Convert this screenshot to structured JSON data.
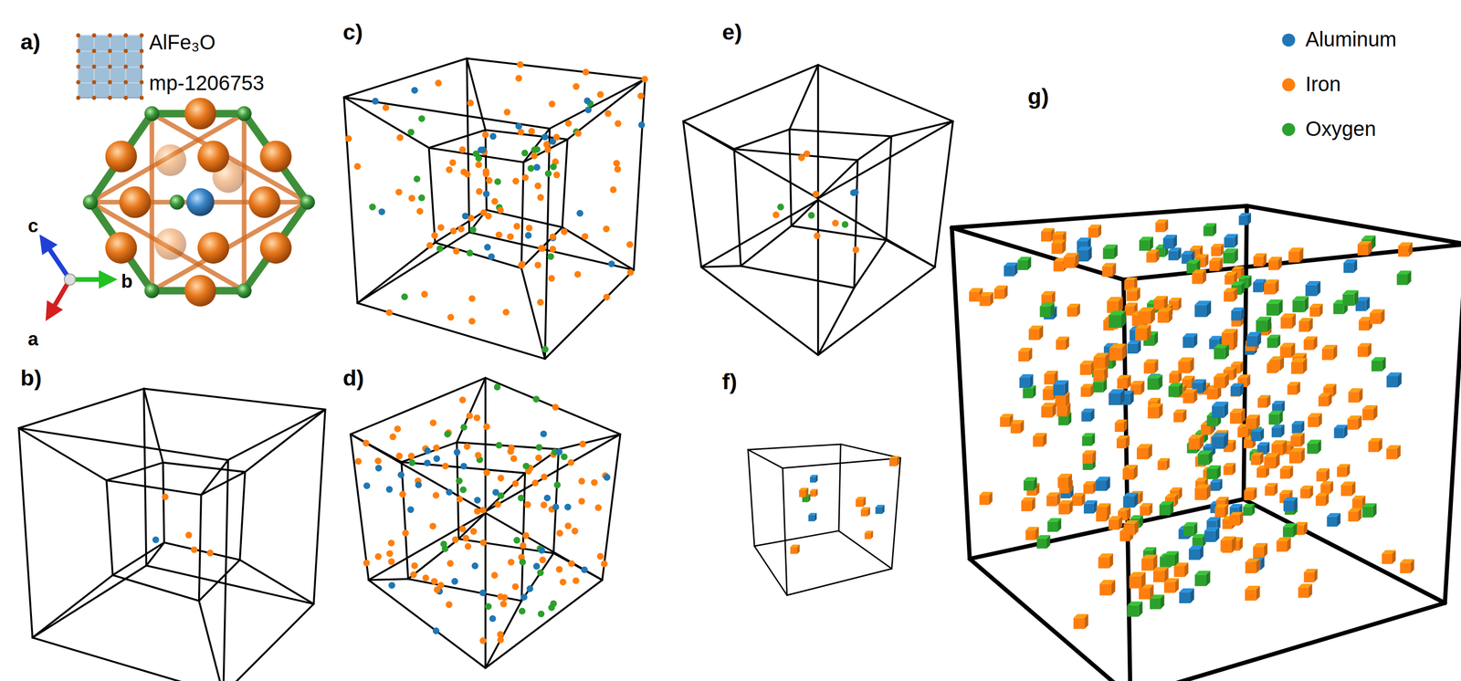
{
  "diagram": {
    "labels": [
      "a)",
      "AlFe₃O",
      "mp-1206753",
      "c",
      "b",
      "a",
      "b)",
      "c)",
      "d)",
      "e)",
      "f)",
      "g)"
    ],
    "legend": [
      {
        "text": "Aluminum",
        "color": "#1f77b4"
      },
      {
        "text": "Iron",
        "color": "#ff7f0e"
      },
      {
        "text": "Oxygen",
        "color": "#2ca02c"
      }
    ]
  }
}
